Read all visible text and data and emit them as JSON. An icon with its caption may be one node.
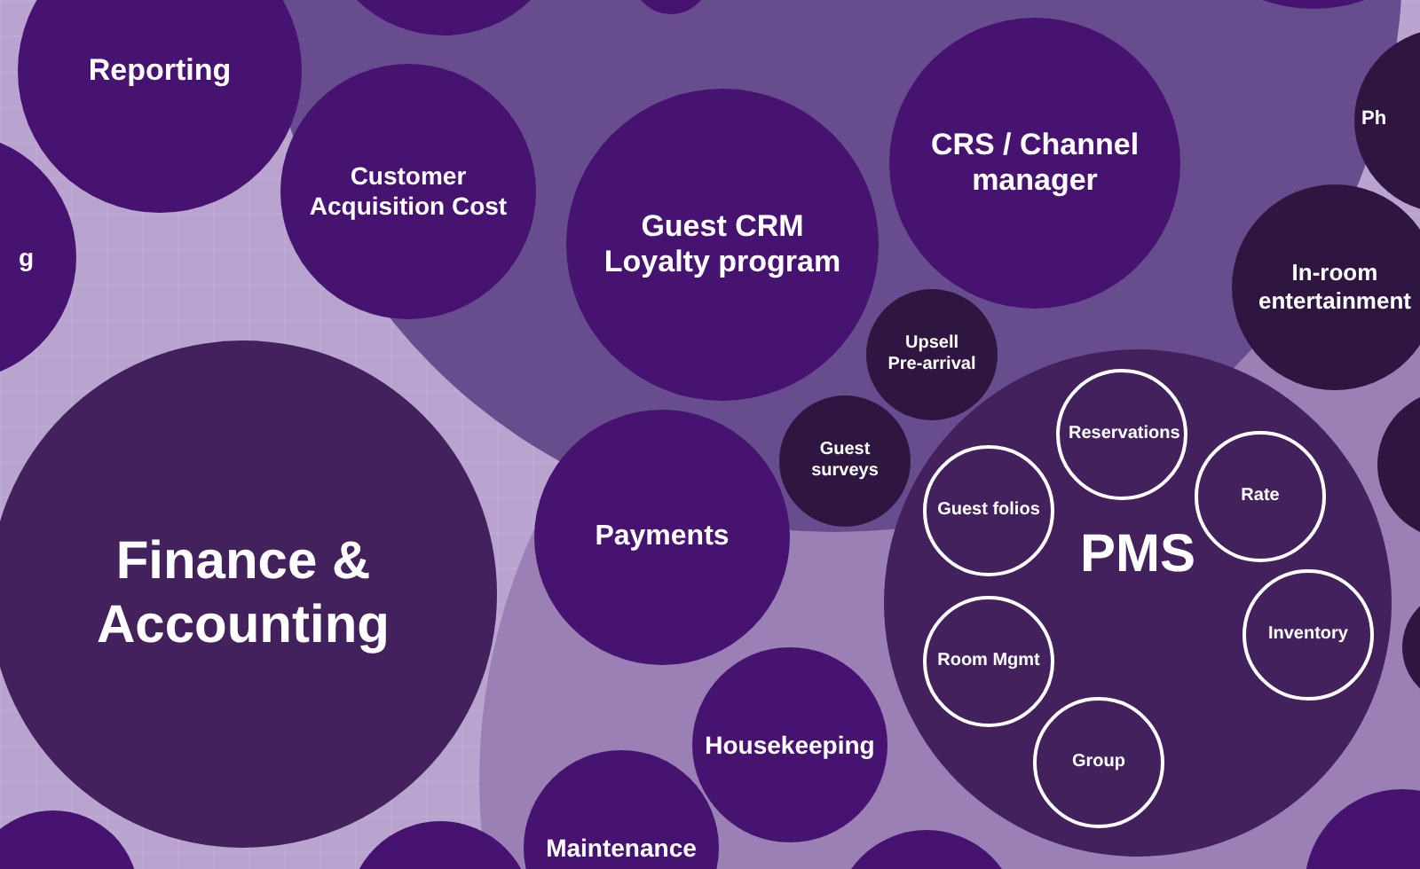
{
  "diagram": {
    "nodes": [
      {
        "text": [],
        "shape": "circle"
      },
      {
        "text": [],
        "shape": "circle"
      },
      {
        "text": [],
        "shape": "circle"
      },
      {
        "text": [
          "Reporting"
        ]
      },
      {
        "text": [
          "Customer Acquisition Cost"
        ]
      },
      {
        "text": [
          "CRS / Channel manager"
        ]
      },
      {
        "text": [
          "Ph"
        ]
      },
      {
        "text": [
          "g"
        ]
      },
      {
        "text": [
          "Guest CRM Loyalty program"
        ]
      },
      {
        "text": [
          "In-room entertainment"
        ]
      },
      {
        "text": [
          "Upsell Pre-arrival"
        ]
      },
      {
        "text": [
          "Guest surveys"
        ]
      },
      {
        "text": [
          "Finance & Accounting"
        ]
      },
      {
        "text": [
          "Payments"
        ]
      },
      {
        "text": [
          "PMS"
        ]
      },
      {
        "text": [
          "Reservations"
        ],
        "in": 14
      },
      {
        "text": [
          "Guest folios"
        ],
        "in": 14
      },
      {
        "text": [
          "Rate"
        ],
        "in": 14
      },
      {
        "text": [
          "Room Mgmt"
        ],
        "in": 14
      },
      {
        "text": [
          "Inventory"
        ],
        "in": 14
      },
      {
        "text": [
          "Group"
        ],
        "in": 14
      },
      {
        "text": [],
        "shape": "circle"
      },
      {
        "text": [],
        "shape": "circle"
      },
      {
        "text": [
          "Housekeeping"
        ]
      },
      {
        "text": [
          "Maintenance"
        ]
      },
      {
        "text": [],
        "shape": "circle"
      },
      {
        "text": [],
        "shape": "circle"
      },
      {
        "text": [],
        "shape": "circle"
      },
      {
        "text": [],
        "shape": "circle"
      }
    ],
    "edges": []
  }
}
